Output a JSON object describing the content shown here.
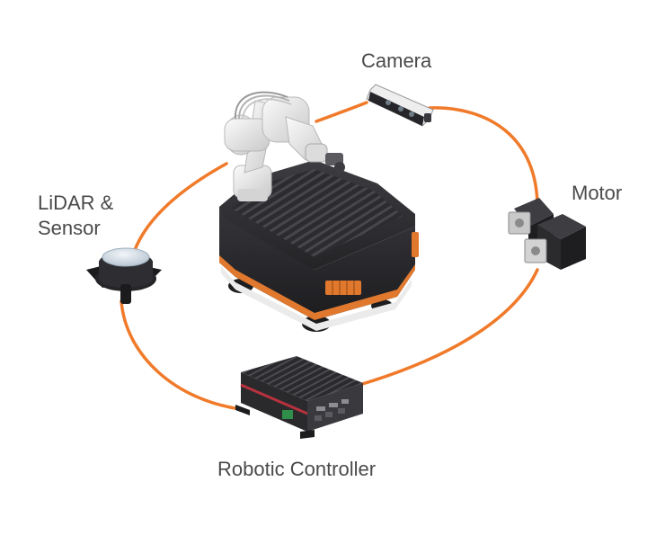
{
  "labels": {
    "camera": "Camera",
    "motor": "Motor",
    "lidar_line1": "LiDAR &",
    "lidar_line2": "Sensor",
    "controller": "Robotic Controller"
  },
  "colors": {
    "cable": "#f07a2a",
    "label_text": "#4a4a4a",
    "robot_body_dark": "#2f2f33",
    "robot_accent": "#e0782e",
    "arm_white": "#e8e8e8"
  },
  "icons": {
    "center": "mobile-robot-with-arm-icon",
    "camera": "depth-camera-icon",
    "motor": "servo-motor-pair-icon",
    "lidar": "lidar-sensor-icon",
    "controller": "industrial-pc-icon"
  }
}
